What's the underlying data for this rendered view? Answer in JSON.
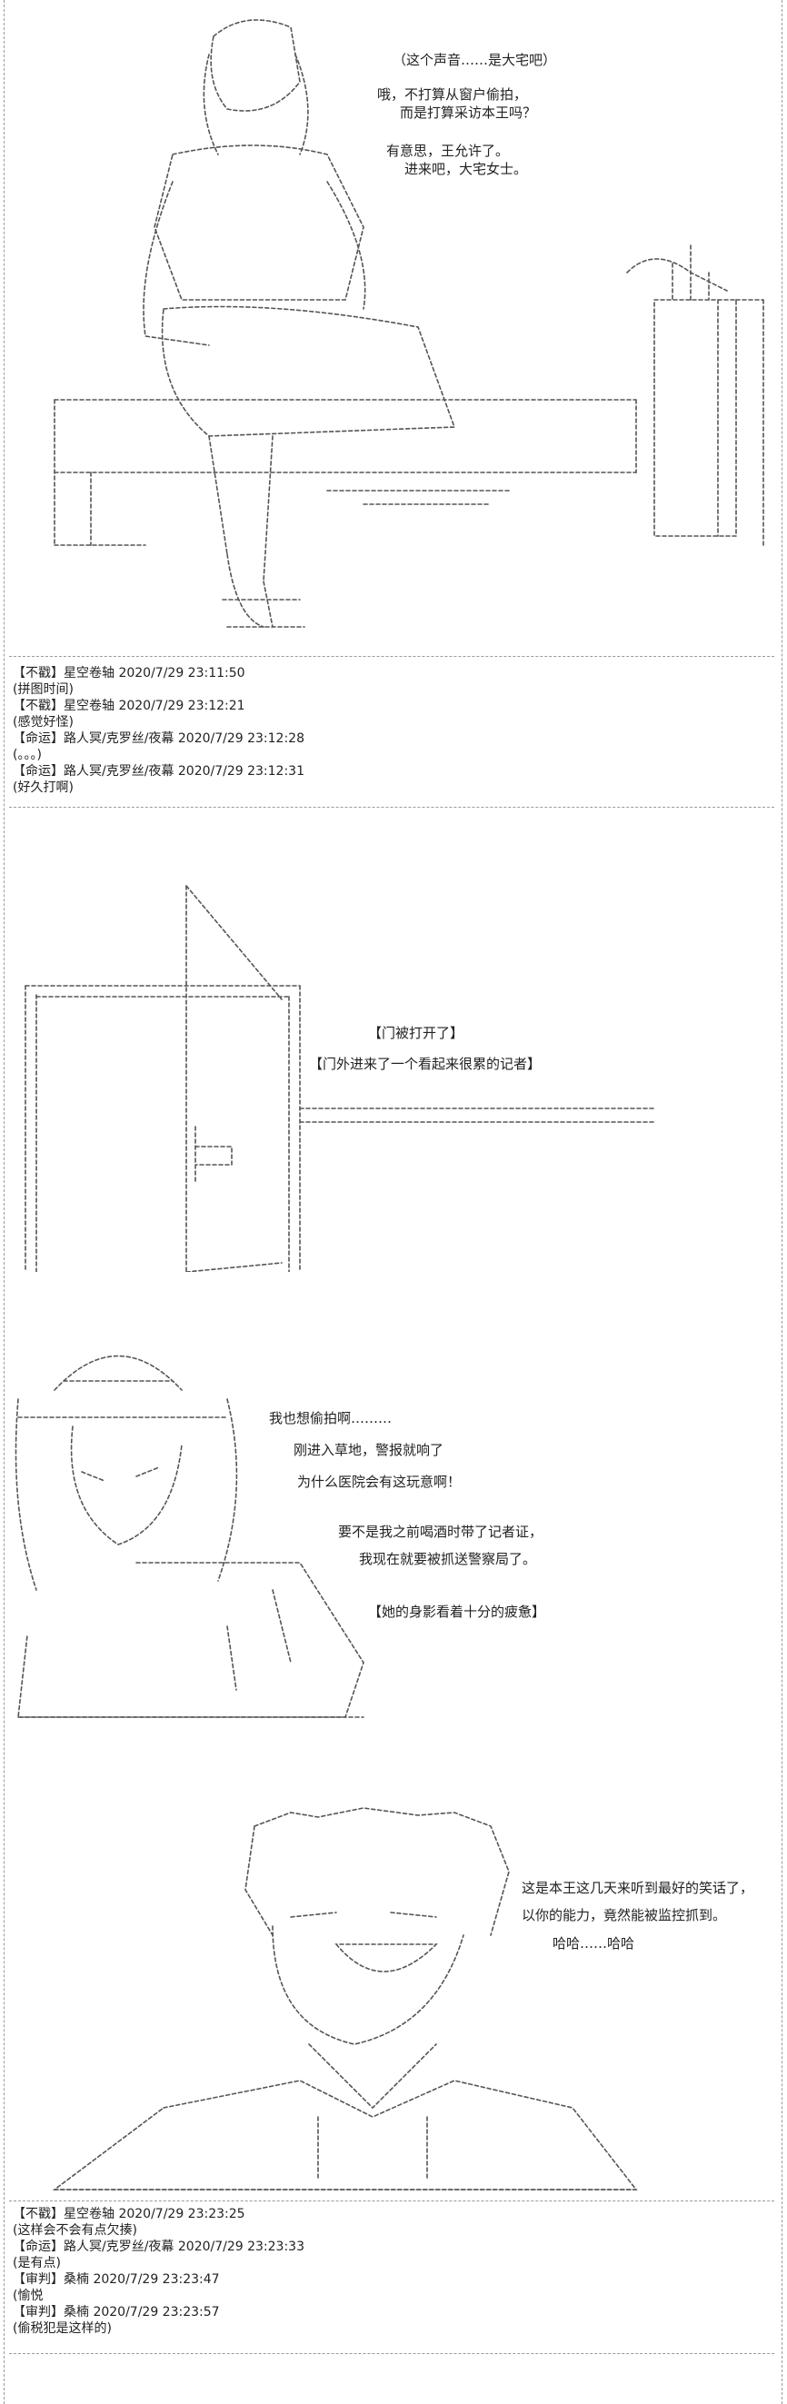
{
  "panel1": {
    "speech": [
      "（这个声音……是大宅吧）",
      "哦，不打算从窗户偷拍，",
      "而是打算采访本王吗？",
      "有意思，王允许了。",
      "进来吧，大宅女士。"
    ]
  },
  "log1": [
    {
      "meta": "【不戳】星空卷轴 2020/7/29 23:11:50",
      "text": "(拼图时间)"
    },
    {
      "meta": "【不戳】星空卷轴 2020/7/29 23:12:21",
      "text": "(感觉好怪)"
    },
    {
      "meta": "【命运】路人冥/克罗丝/夜幕 2020/7/29 23:12:28",
      "text": "(。。。)"
    },
    {
      "meta": "【命运】路人冥/克罗丝/夜幕 2020/7/29 23:12:31",
      "text": "(好久打啊)"
    }
  ],
  "panel2": {
    "narration": [
      "【门被打开了】",
      "【门外进来了一个看起来很累的记者】"
    ]
  },
  "panel3": {
    "speech": [
      "我也想偷拍啊………",
      "刚进入草地，警报就响了",
      "为什么医院会有这玩意啊！",
      "要不是我之前喝酒时带了记者证，",
      "我现在就要被抓送警察局了。",
      "【她的身影看着十分的疲惫】"
    ]
  },
  "panel4": {
    "speech": [
      "这是本王这几天来听到最好的笑话了，",
      "以你的能力，竟然能被监控抓到。",
      "哈哈……哈哈"
    ]
  },
  "log2": [
    {
      "meta": "【不戳】星空卷轴 2020/7/29 23:23:25",
      "text": "(这样会不会有点欠揍)"
    },
    {
      "meta": "【命运】路人冥/克罗丝/夜幕 2020/7/29 23:23:33",
      "text": "(是有点)"
    },
    {
      "meta": "【审判】桑楠 2020/7/29 23:23:47",
      "text": "(愉悦"
    },
    {
      "meta": "【审判】桑楠 2020/7/29 23:23:57",
      "text": "(偷税犯是这样的)"
    }
  ]
}
